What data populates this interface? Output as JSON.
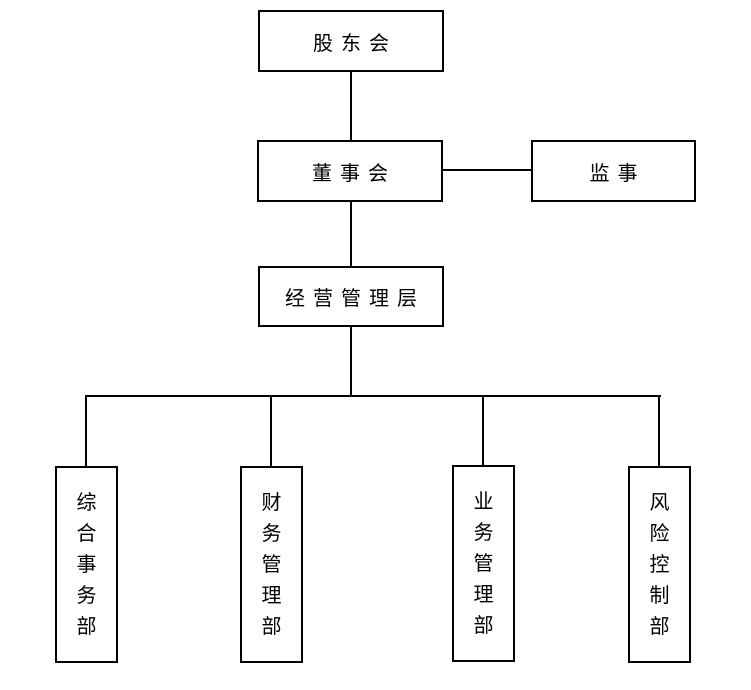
{
  "diagram": {
    "type": "org-chart",
    "background": "#ffffff",
    "line_color": "#000000",
    "text_color": "#000000",
    "nodes": {
      "shareholders": {
        "label": "股东会",
        "level": 1,
        "orientation": "horizontal"
      },
      "board": {
        "label": "董事会",
        "level": 2,
        "orientation": "horizontal"
      },
      "supervisor": {
        "label": "监事",
        "level": 2,
        "orientation": "horizontal"
      },
      "management": {
        "label": "经营管理层",
        "level": 3,
        "orientation": "horizontal"
      },
      "general": {
        "label": "综合事务部",
        "level": 4,
        "orientation": "vertical"
      },
      "finance": {
        "label": "财务管理部",
        "level": 4,
        "orientation": "vertical"
      },
      "business": {
        "label": "业务管理部",
        "level": 4,
        "orientation": "vertical"
      },
      "risk": {
        "label": "风险控制部",
        "level": 4,
        "orientation": "vertical"
      }
    },
    "edges": [
      {
        "from": "shareholders",
        "to": "board"
      },
      {
        "from": "board",
        "to": "supervisor"
      },
      {
        "from": "board",
        "to": "management"
      },
      {
        "from": "management",
        "to": "general"
      },
      {
        "from": "management",
        "to": "finance"
      },
      {
        "from": "management",
        "to": "business"
      },
      {
        "from": "management",
        "to": "risk"
      }
    ]
  }
}
